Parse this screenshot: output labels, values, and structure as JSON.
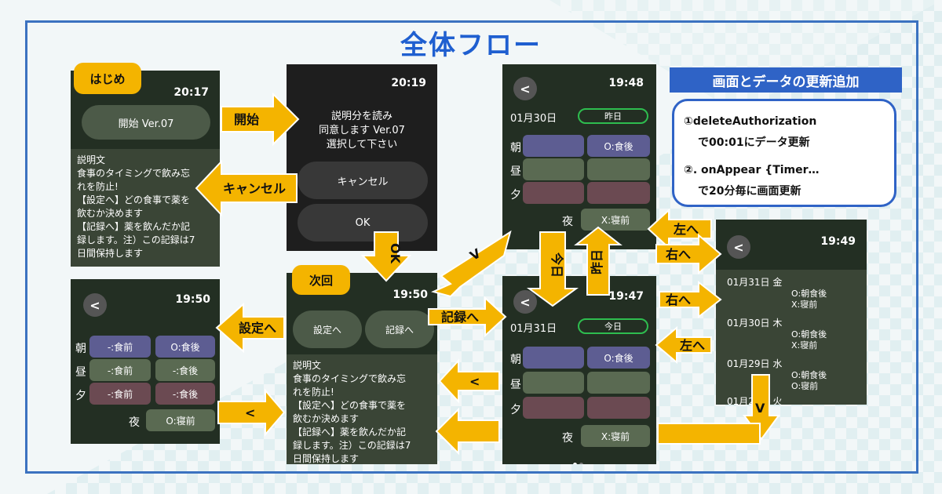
{
  "title": "全体フロー",
  "colors": {
    "accent": "#f4b400",
    "frame": "#3b72c0",
    "screen_bg": "#232f23"
  },
  "screens": {
    "start": {
      "badge": "はじめ",
      "time": "20:17",
      "button": "開始 Ver.07",
      "text": "説明文\n食事のタイミングで飲み忘\nれを防止!\n【設定へ】どの食事で薬を\n飲むか決めます\n【記録へ】薬を飲んだか記\n録します。注）この記録は7\n日間保持します"
    },
    "consent": {
      "time": "20:19",
      "message": "説明分を読み\n同意します Ver.07\n選択して下さい",
      "cancel": "キャンセル",
      "ok": "OK"
    },
    "main": {
      "badge": "次回",
      "time": "19:50",
      "settings_button": "設定へ",
      "record_button": "記録へ",
      "text": "説明文\n食事のタイミングで飲み忘\nれを防止!\n【設定へ】どの食事で薬を\n飲むか決めます\n【記録へ】薬を飲んだか記\n録します。注）この記録は7\n日間保持します"
    },
    "settings": {
      "time": "19:50",
      "back": "<",
      "rows": [
        {
          "label": "朝",
          "left": "-:食前",
          "right": "O:食後"
        },
        {
          "label": "昼",
          "left": "-:食前",
          "right": "-:食後"
        },
        {
          "label": "夕",
          "left": "-:食前",
          "right": "-:食後"
        }
      ],
      "night_label": "夜",
      "night_value": "O:寝前"
    },
    "record_yesterday": {
      "time": "19:48",
      "back": "<",
      "date": "01月30日",
      "chip": "昨日",
      "rows": [
        {
          "label": "朝",
          "right": "O:食後"
        },
        {
          "label": "昼",
          "right": ""
        },
        {
          "label": "夕",
          "right": ""
        }
      ],
      "night_label": "夜",
      "night_value": "X:寝前"
    },
    "record_today": {
      "time": "19:47",
      "back": "<",
      "date": "01月31日",
      "chip": "今日",
      "rows": [
        {
          "label": "朝",
          "right": "O:食後"
        },
        {
          "label": "昼",
          "right": ""
        },
        {
          "label": "夕",
          "right": ""
        }
      ],
      "night_label": "夜",
      "night_value": "X:寝前"
    },
    "history": {
      "time": "19:49",
      "back": "<",
      "entries": [
        {
          "date": "01月31日 金",
          "l1": "O:朝食後",
          "l2": "X:寝前"
        },
        {
          "date": "01月30日 木",
          "l1": "O:朝食後",
          "l2": "X:寝前"
        },
        {
          "date": "01月29日 水",
          "l1": "O:朝食後",
          "l2": "O:寝前"
        }
      ],
      "partial": "01月28日 火"
    }
  },
  "arrows": {
    "start": "開始",
    "cancel": "キャンセル",
    "ok": "OK",
    "back_v": "V",
    "to_settings": "設定へ",
    "back_lt": "<",
    "to_record": "記録へ",
    "today": "今日",
    "yesterday": "昨日",
    "left1": "左へ",
    "right1": "右へ",
    "right2": "右へ",
    "left2": "左へ",
    "v": "V"
  },
  "note": {
    "heading": "画面とデータの更新追加",
    "line1": "①deleteAuthorization",
    "line2": "で00:01にデータ更新",
    "line3": "②. onAppear {Timer…",
    "line4": "で20分毎に画面更新"
  }
}
